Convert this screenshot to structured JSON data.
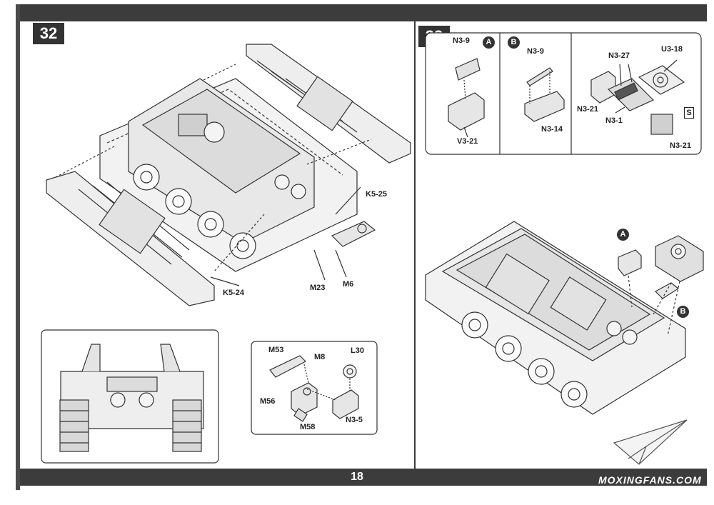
{
  "page_number": "18",
  "watermark": "MOXINGFANS.COM",
  "step32": {
    "number": "32",
    "labels": {
      "k5_25": "K5-25",
      "k5_24": "K5-24",
      "m23": "M23",
      "m6": "M6"
    },
    "detail": {
      "m53": "M53",
      "m8": "M8",
      "l30": "L30",
      "m56": "M56",
      "m58": "M58",
      "n3_5": "N3-5"
    }
  },
  "step33": {
    "number": "33",
    "panel_a": {
      "marker": "A",
      "top": "N3-9",
      "bottom": "V3-21"
    },
    "panel_b": {
      "marker": "B",
      "top": "N3-9",
      "bottom": "N3-14"
    },
    "panel_c": {
      "n3_27": "N3-27",
      "u3_18": "U3-18",
      "n3_21_left": "N3-21",
      "n3_1": "N3-1",
      "n3_21_right": "N3-21",
      "icon_s": "S"
    },
    "main_markers": {
      "a": "A",
      "b": "B"
    }
  }
}
